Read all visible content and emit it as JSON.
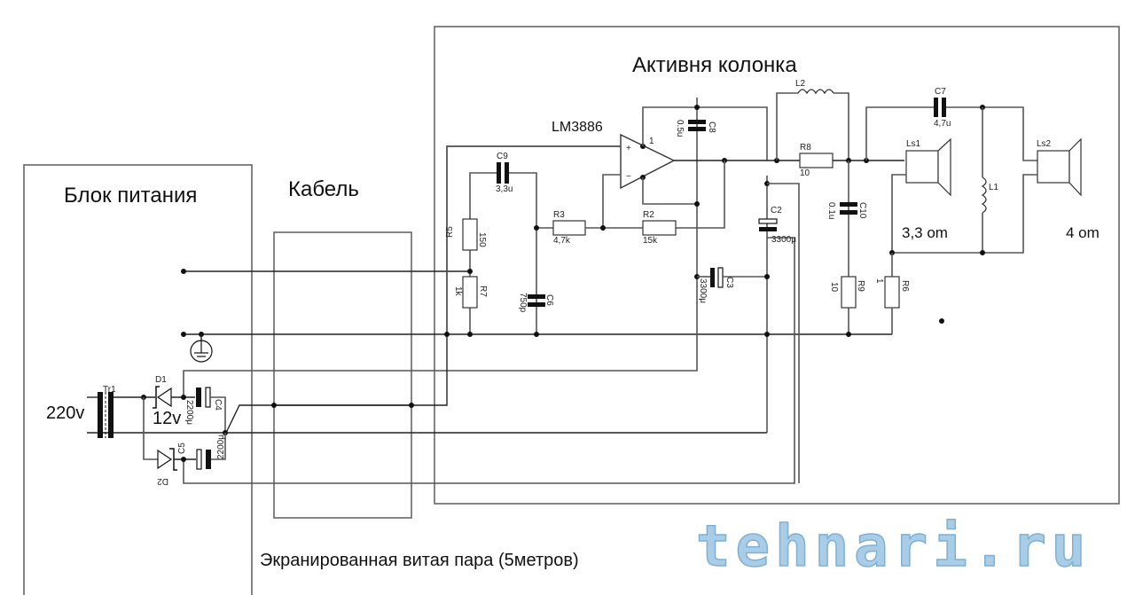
{
  "titles": {
    "power_supply": "Блок питания",
    "cable": "Кабель",
    "active_speaker": "Активня колонка",
    "cable_note": "Экранированная витая пара (5метров)"
  },
  "power_supply": {
    "input_voltage": "220v",
    "transformer": "Tr1",
    "diode1": "D1",
    "diode2": "D2",
    "zener_voltage": "12v",
    "c4": {
      "name": "C4",
      "value": "2200μ"
    },
    "c5": {
      "name": "C5",
      "value": "2200μ"
    }
  },
  "amplifier": {
    "chip": "LM3886",
    "pin1": "1",
    "plus": "+",
    "minus": "−",
    "c9": {
      "name": "C9",
      "value": "3,3u"
    },
    "r5": {
      "name": "R5",
      "value": "150"
    },
    "r7": {
      "name": "R7",
      "value": "1k"
    },
    "r3": {
      "name": "R3",
      "value": "4,7k"
    },
    "r2": {
      "name": "R2",
      "value": "15k"
    },
    "c6": {
      "name": "C6",
      "value": "750p"
    },
    "c8": {
      "name": "C8",
      "value": "0.5u"
    },
    "c3": {
      "name": "C3",
      "value": "3300μ"
    },
    "c2": {
      "name": "C2",
      "value": "3300μ"
    },
    "l2": {
      "name": "L2"
    },
    "r8": {
      "name": "R8",
      "value": "10"
    },
    "c10": {
      "name": "C10",
      "value": "0.1u"
    },
    "r9": {
      "name": "R9",
      "value": "10"
    },
    "c7": {
      "name": "C7",
      "value": "4,7u"
    },
    "r6": {
      "name": "R6",
      "value": "1"
    },
    "l1": {
      "name": "L1"
    },
    "ls1": {
      "name": "Ls1",
      "impedance": "3,3 om"
    },
    "ls2": {
      "name": "Ls2",
      "impedance": "4 om"
    }
  },
  "watermark": "tehnari.ru"
}
